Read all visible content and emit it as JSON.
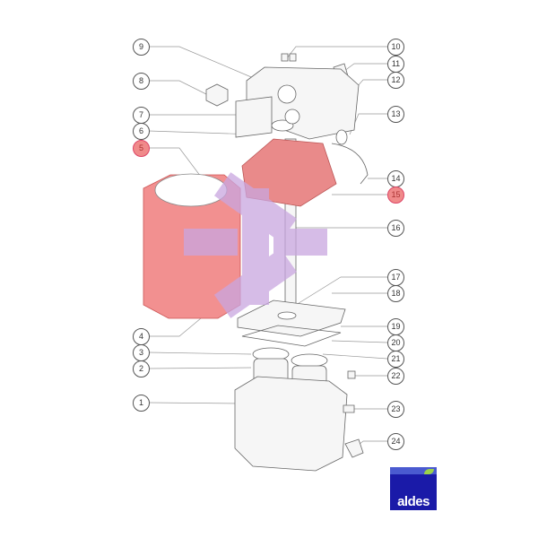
{
  "diagram": {
    "left_callouts": [
      {
        "label": "9",
        "highlight": false
      },
      {
        "label": "8",
        "highlight": false
      },
      {
        "label": "7",
        "highlight": false
      },
      {
        "label": "6",
        "highlight": false
      },
      {
        "label": "5",
        "highlight": true
      },
      {
        "label": "4",
        "highlight": false
      },
      {
        "label": "3",
        "highlight": false
      },
      {
        "label": "2",
        "highlight": false
      },
      {
        "label": "1",
        "highlight": false
      }
    ],
    "right_callouts": [
      {
        "label": "10",
        "highlight": false
      },
      {
        "label": "11",
        "highlight": false
      },
      {
        "label": "12",
        "highlight": false
      },
      {
        "label": "13",
        "highlight": false
      },
      {
        "label": "14",
        "highlight": false
      },
      {
        "label": "15",
        "highlight": true
      },
      {
        "label": "16",
        "highlight": false
      },
      {
        "label": "17",
        "highlight": false
      },
      {
        "label": "18",
        "highlight": false
      },
      {
        "label": "19",
        "highlight": false
      },
      {
        "label": "20",
        "highlight": false
      },
      {
        "label": "21",
        "highlight": false
      },
      {
        "label": "22",
        "highlight": false
      },
      {
        "label": "23",
        "highlight": false
      },
      {
        "label": "24",
        "highlight": false
      }
    ],
    "highlight_color": "#f08a8a",
    "watermark_color": "#c9a6e0"
  },
  "logo": {
    "text": "aldes",
    "color": "#1a1aa8"
  }
}
